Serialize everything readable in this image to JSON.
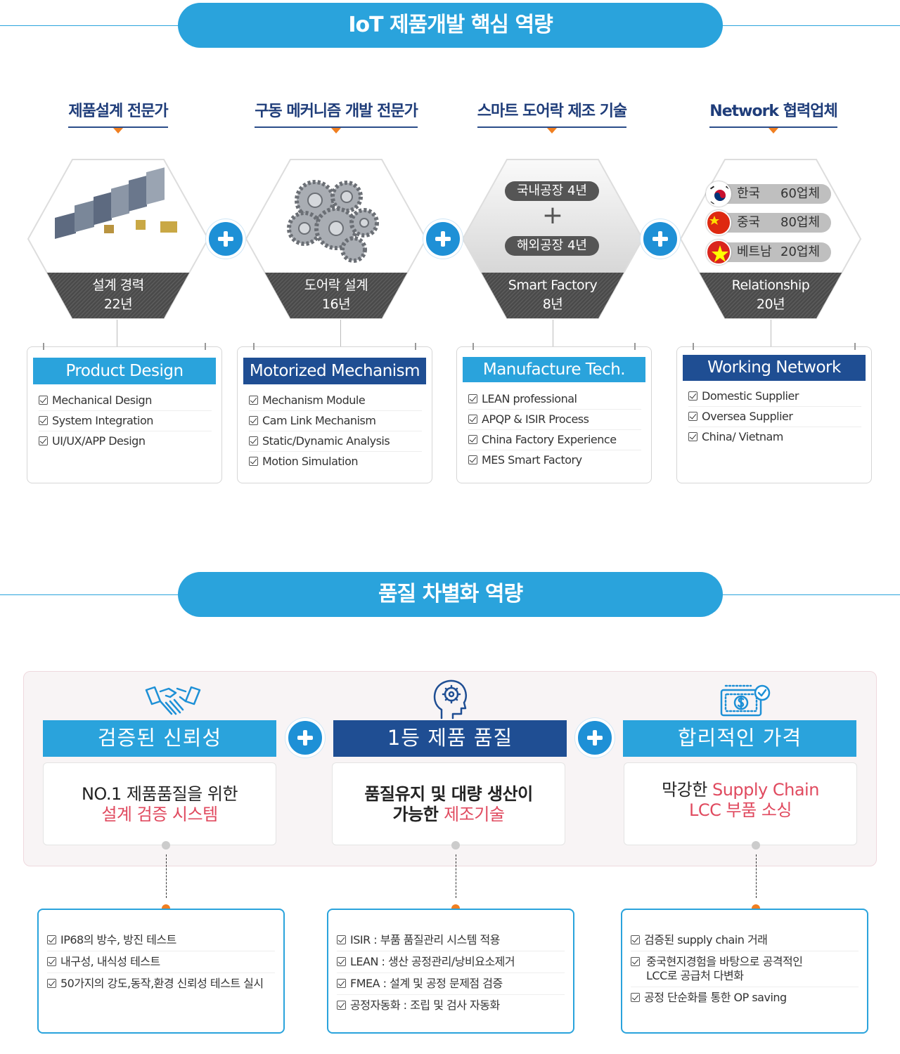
{
  "section1": {
    "title": "IoT 제품개발 핵심 역량",
    "columns": [
      {
        "heading": "제품설계 전문가",
        "hex_line1": "설계 경력",
        "hex_line2": "22년",
        "card_title": "Product Design",
        "card_color": "#2aa3dc",
        "items": [
          "Mechanical Design",
          "System Integration",
          "UI/UX/APP Design"
        ]
      },
      {
        "heading": "구동 메커니즘 개발 전문가",
        "hex_line1": "도어락 설계",
        "hex_line2": "16년",
        "card_title": "Motorized Mechanism",
        "card_color": "#1f4e93",
        "items": [
          "Mechanism Module",
          "Cam Link Mechanism",
          "Static/Dynamic Analysis",
          "Motion Simulation"
        ]
      },
      {
        "heading": "스마트 도어락 제조 기술",
        "hex_line1": "Smart Factory",
        "hex_line2": "8년",
        "pill_top": "국내공장 4년",
        "pill_plus": "+",
        "pill_bottom": "해외공장 4년",
        "card_title": "Manufacture Tech.",
        "card_color": "#2aa3dc",
        "items": [
          "LEAN professional",
          "APQP & ISIR Process",
          "China Factory Experience",
          "MES Smart Factory"
        ]
      },
      {
        "heading": "Network 협력업체",
        "hex_line1": "Relationship",
        "hex_line2": "20년",
        "suppliers": [
          {
            "country": "한국",
            "count": "60업체",
            "flag": "korea-flag-icon"
          },
          {
            "country": "중국",
            "count": "80업체",
            "flag": "china-flag-icon"
          },
          {
            "country": "베트남",
            "count": "20업체",
            "flag": "vietnam-flag-icon"
          }
        ],
        "card_title": "Working Network",
        "card_color": "#1f4e93",
        "items": [
          "Domestic Supplier",
          "Oversea Supplier",
          "China/ Vietnam"
        ]
      }
    ]
  },
  "section2": {
    "title": "품질 차별화 역량",
    "columns": [
      {
        "icon": "handshake-icon",
        "heading": "검증된 신뢰성",
        "head_color": "#2aa3dc",
        "text_line1": "NO.1 제품품질을 위한",
        "text_line2": "설계 검증 시스템",
        "items": [
          "IP68의 방수, 방진 테스트",
          "내구성, 내식성 테스트",
          "50가지의 강도,동작,환경 신뢰성 테스트 실시"
        ]
      },
      {
        "icon": "head-gear-icon",
        "heading": "1등 제품 품질",
        "head_color": "#1f4e93",
        "text_line1": "품질유지 및 대량 생산이",
        "text_line2a": "가능한 ",
        "text_line2b": "제조기술",
        "items": [
          "ISIR : 부품 품질관리 시스템 적용",
          "LEAN : 생산 공정관리/낭비요소제거",
          "FMEA : 설계 및 공정 문제점 검증",
          "공정자동화 : 조립 및 검사 자동화"
        ]
      },
      {
        "icon": "money-check-icon",
        "heading": "합리적인 가격",
        "head_color": "#2aa3dc",
        "text_line1a": "막강한 ",
        "text_line1b": "Supply Chain",
        "text_line2": "LCC 부품 소싱",
        "items": [
          "검증된 supply chain 거래",
          "중국현지경험을 바탕으로 공격적인 LCC로 공급처 다변화",
          "공정 단순화를 통한 OP saving"
        ]
      }
    ]
  }
}
